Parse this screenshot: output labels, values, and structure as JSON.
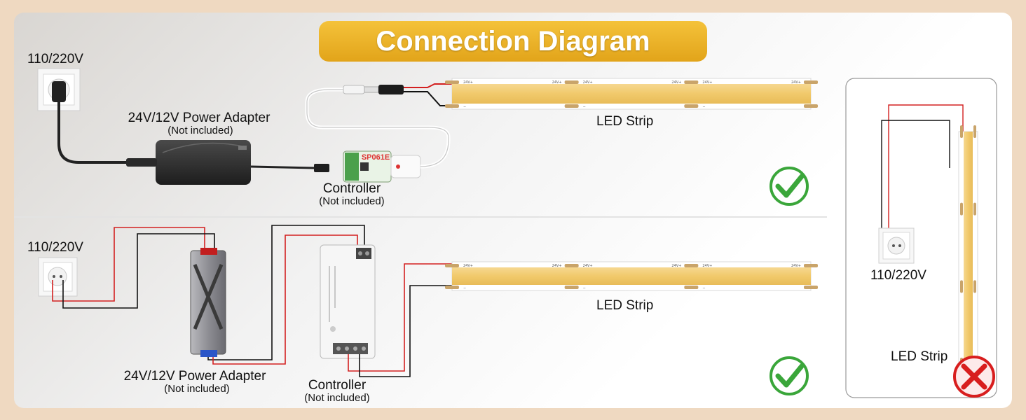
{
  "title": "Connection Diagram",
  "top": {
    "voltage": "110/220V",
    "adapter_label": "24V/12V Power Adapter",
    "adapter_note": "(Not included)",
    "controller_label": "Controller",
    "controller_note": "(Not included)",
    "strip_label": "LED Strip",
    "controller_model": "SP061E",
    "status": "correct"
  },
  "bottom": {
    "voltage": "110/220V",
    "adapter_label": "24V/12V Power Adapter",
    "adapter_note": "(Not included)",
    "controller_label": "Controller",
    "controller_note": "(Not included)",
    "strip_label": "LED Strip",
    "status": "correct"
  },
  "right_panel": {
    "voltage": "110/220V",
    "strip_label": "LED Strip",
    "status": "incorrect"
  },
  "strip_marks": {
    "positive": "24V+",
    "negative": "−"
  },
  "colors": {
    "banner": "#e9ae24",
    "strip": "#f1c96b",
    "wire_red": "#d32020",
    "wire_black": "#111111",
    "check_green": "#3aa63a",
    "cross_red": "#d81e1e"
  }
}
